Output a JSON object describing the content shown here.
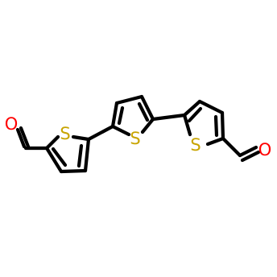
{
  "molecule": {
    "atom_labels": {
      "o_left": "O",
      "s_left": "S",
      "s_middle": "S",
      "s_right": "S",
      "o_right": "O"
    },
    "colors": {
      "sulfur": "#c8a400",
      "oxygen": "#ff0000",
      "bond": "#000000",
      "background": "#ffffff"
    }
  }
}
